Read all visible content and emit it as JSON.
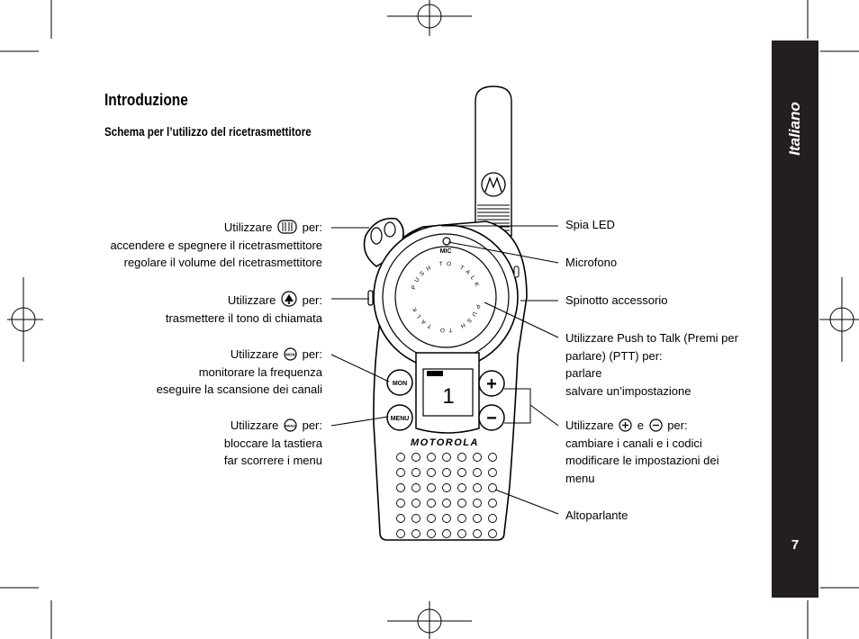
{
  "header": {
    "title": "Introduzione",
    "subtitle": "Schema per l’utilizzo del ricetrasmettitore"
  },
  "side_tab": {
    "language": "Italiano",
    "page_number": "7"
  },
  "left_callouts": {
    "power": {
      "pre": "Utilizzare",
      "post": "per:",
      "icon": "power-volume-knob-icon",
      "lines": [
        "accendere e spegnere il ricetrasmettitore",
        "regolare il volume del ricetrasmettitore"
      ]
    },
    "call": {
      "pre": "Utilizzare",
      "post": "per:",
      "icon": "call-tone-icon",
      "lines": [
        "trasmettere il tono di chiamata"
      ]
    },
    "mon": {
      "pre": "Utilizzare",
      "post": "per:",
      "icon": "mon-button-icon",
      "lines": [
        "monitorare la frequenza",
        "eseguire la scansione dei canali"
      ]
    },
    "menu": {
      "pre": "Utilizzare",
      "post": "per:",
      "icon": "menu-button-icon",
      "lines": [
        "bloccare la tastiera",
        "far scorrere i menu"
      ]
    }
  },
  "right_callouts": {
    "led": "Spia LED",
    "mic": "Microfono",
    "accessory": "Spinotto accessorio",
    "ptt": {
      "lines": [
        "Utilizzare Push to Talk (Premi per",
        "parlare) (PTT) per:",
        "parlare",
        "salvare un’impostazione"
      ]
    },
    "plusminus": {
      "pre": "Utilizzare",
      "mid": "e",
      "post": "per:",
      "lines": [
        "cambiare i canali e i codici",
        "modificare le impostazioni dei",
        "menu"
      ]
    },
    "speaker": "Altoparlante"
  },
  "device": {
    "brand": "MOTOROLA",
    "mic_label": "MIC",
    "ptt_ring_text": "PUSH TO TALK",
    "mon_label": "MON",
    "menu_label": "MENU",
    "display_digit": "1",
    "plus_label": "+",
    "minus_label": "−"
  }
}
